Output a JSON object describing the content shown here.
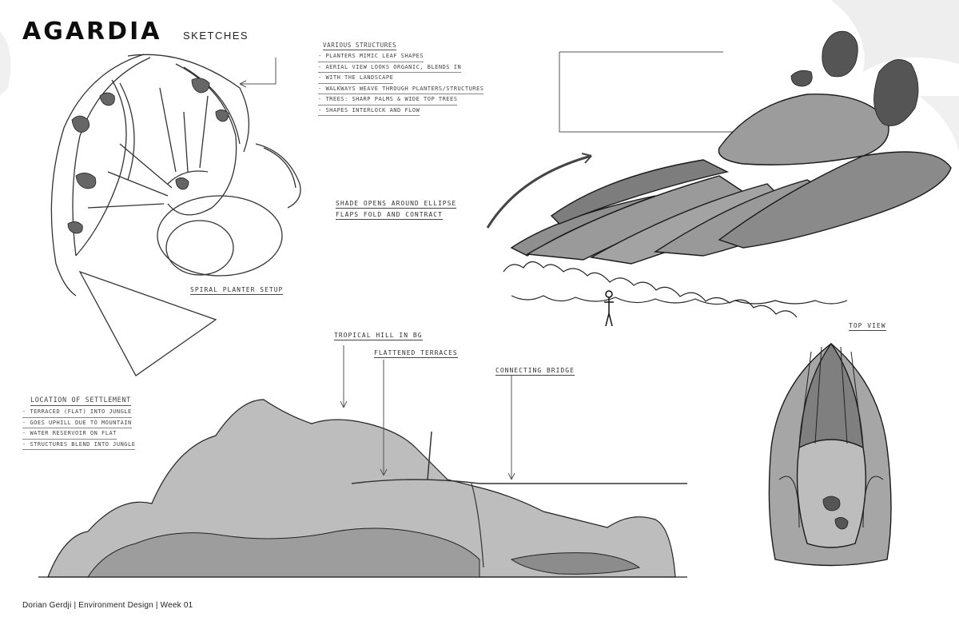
{
  "header": {
    "title": "AGARDIA",
    "subtitle": "SKETCHES"
  },
  "notes": {
    "structures": {
      "title": "Various Structures",
      "items": [
        "Planters mimic leaf shapes",
        "Aerial view looks organic, blends in",
        "with the landscape",
        "Walkways weave through planters/structures",
        "Trees: sharp palms & wide top trees",
        "Shapes interlock and flow"
      ]
    },
    "settlement": {
      "title": "Location of Settlement",
      "items": [
        "Terraced (flat) into jungle",
        "Goes uphill due to mountain",
        "Water reservoir on flat",
        "Structures blend into jungle"
      ]
    }
  },
  "labels": {
    "shade_line1": "Shade opens around ellipse",
    "shade_line2": "Flaps fold and contract",
    "spiral": "Spiral planter setup",
    "top_view": "Top view",
    "tropical_hill": "Tropical hill in bg",
    "flattened_terraces": "Flattened terraces",
    "connecting_bridge": "Connecting bridge"
  },
  "footer": {
    "credit": "Dorian Gerdji | Environment Design | Week 01"
  },
  "colors": {
    "ink": "#1a1a1a",
    "shade": "#8a8a8a",
    "light_shade": "#c8c8c8",
    "paper": "#ffffff"
  }
}
